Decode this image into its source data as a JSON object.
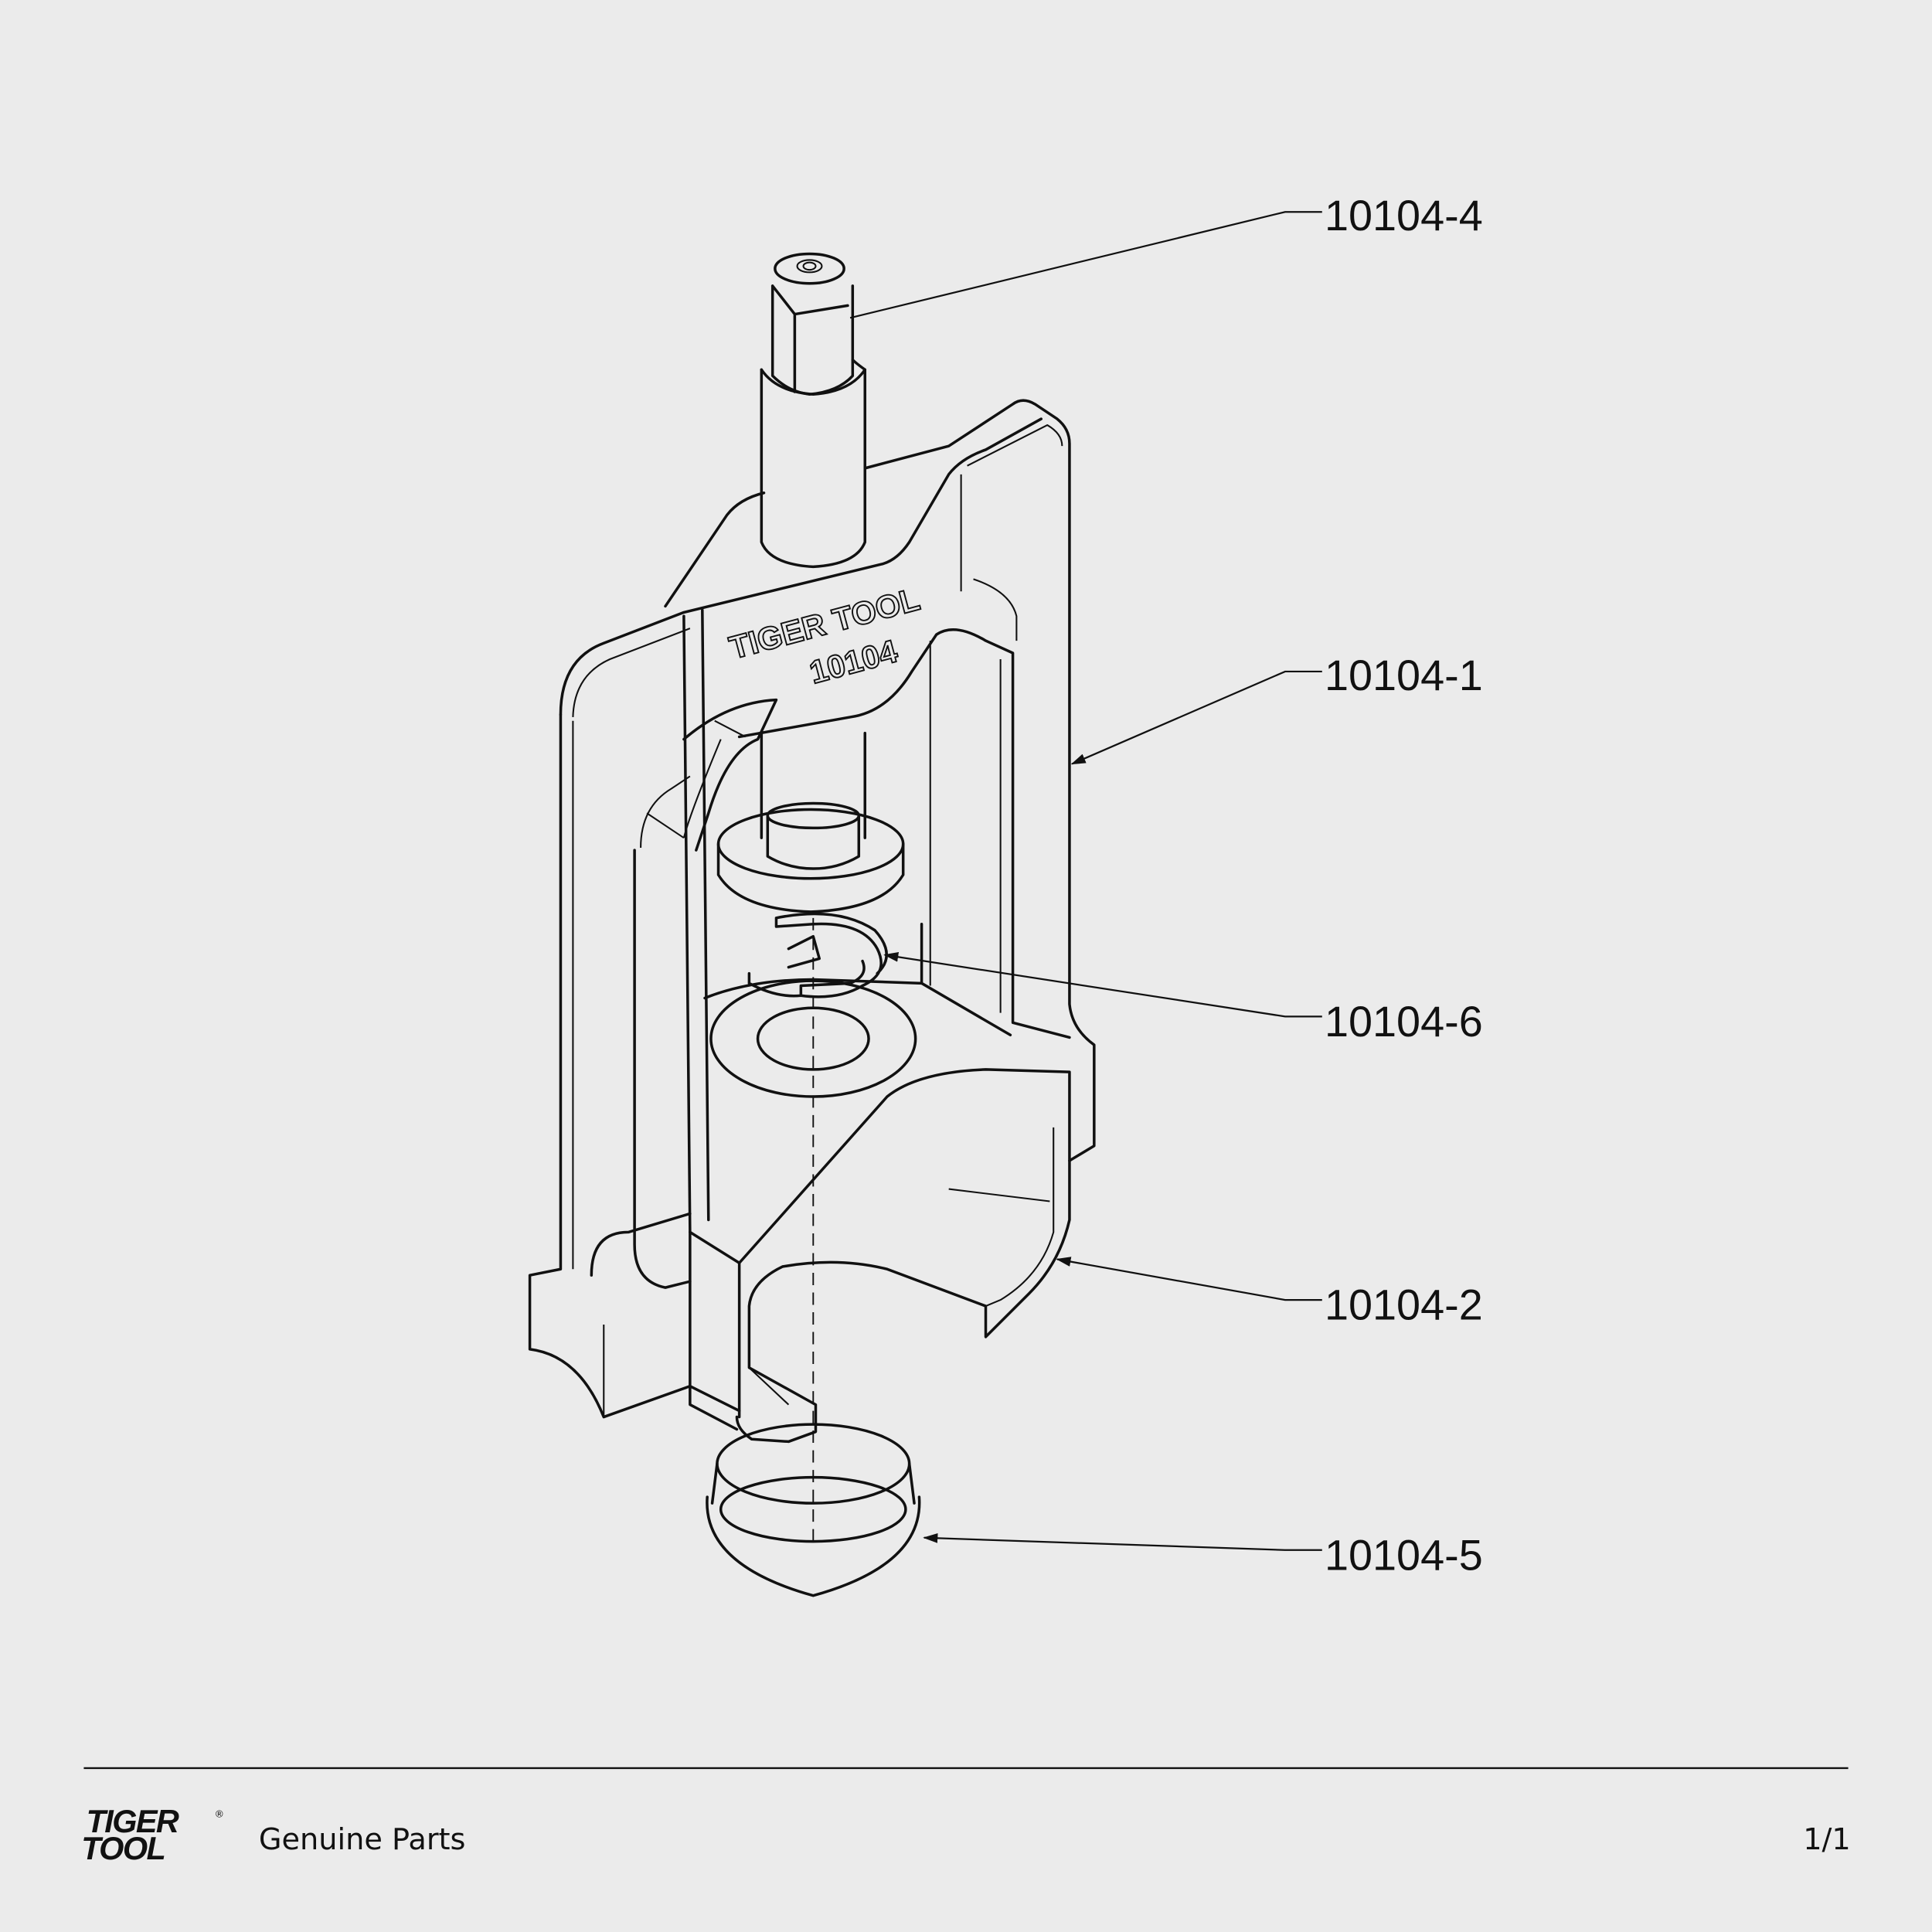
{
  "drawing": {
    "embossed_text": [
      "TIGER TOOL",
      "10104"
    ],
    "callouts": [
      {
        "part_number": "10104-4",
        "part": "screw"
      },
      {
        "part_number": "10104-1",
        "part": "frame"
      },
      {
        "part_number": "10104-6",
        "part": "e-clip"
      },
      {
        "part_number": "10104-2",
        "part": "adapter"
      },
      {
        "part_number": "10104-5",
        "part": "cup"
      }
    ]
  },
  "footer": {
    "logo_line1": "TIGER",
    "logo_line2": "TOOL",
    "logo_mark": "®",
    "tagline": "Genuine Parts",
    "page": "1/1"
  }
}
